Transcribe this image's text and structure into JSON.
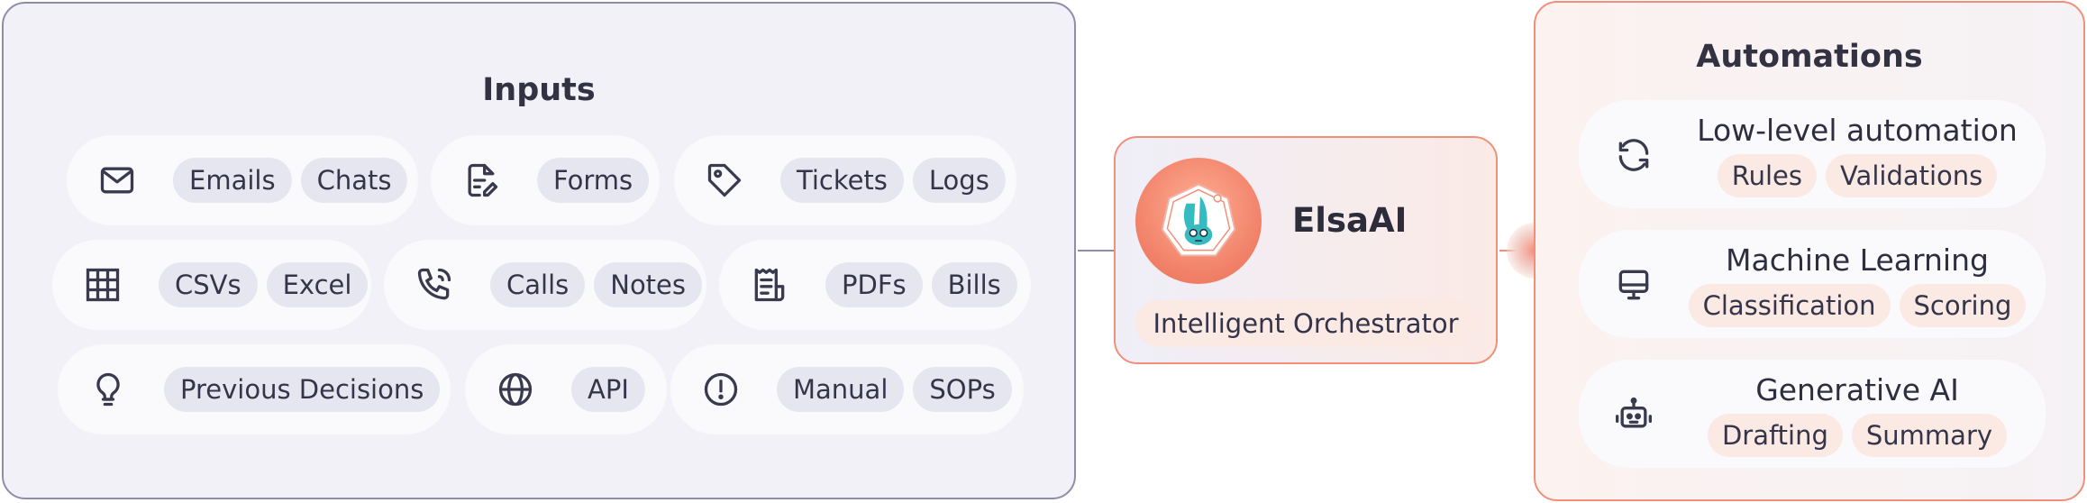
{
  "inputs": {
    "title": "Inputs",
    "rows": [
      [
        {
          "icon": "mail-icon",
          "chips": [
            "Emails",
            "Chats"
          ]
        },
        {
          "icon": "form-edit-icon",
          "chips": [
            "Forms"
          ]
        },
        {
          "icon": "tag-icon",
          "chips": [
            "Tickets",
            "Logs"
          ]
        }
      ],
      [
        {
          "icon": "table-grid-icon",
          "chips": [
            "CSVs",
            "Excel"
          ]
        },
        {
          "icon": "phone-icon",
          "chips": [
            "Calls",
            "Notes"
          ]
        },
        {
          "icon": "receipt-icon",
          "chips": [
            "PDFs",
            "Bills"
          ]
        }
      ],
      [
        {
          "icon": "lightbulb-icon",
          "chips": [
            "Previous Decisions"
          ]
        },
        {
          "icon": "globe-icon",
          "chips": [
            "API"
          ]
        },
        {
          "icon": "alert-circle-icon",
          "chips": [
            "Manual",
            "SOPs"
          ]
        }
      ]
    ]
  },
  "center": {
    "title": "ElsaAI",
    "subtitle": "Intelligent Orchestrator",
    "logo_icon": "elsa-logo-icon"
  },
  "automations": {
    "title": "Automations",
    "items": [
      {
        "icon": "refresh-icon",
        "title": "Low-level automation",
        "chips": [
          "Rules",
          "Validations"
        ]
      },
      {
        "icon": "monitor-icon",
        "title": "Machine Learning",
        "chips": [
          "Classification",
          "Scoring"
        ]
      },
      {
        "icon": "robot-icon",
        "title": "Generative AI",
        "chips": [
          "Drafting",
          "Summary"
        ]
      }
    ]
  },
  "colors": {
    "input_panel_border": "#8e8eaa",
    "accent_coral": "#f0907a",
    "input_chip": "#e6e6f1",
    "automation_chip": "#fbe9e4"
  }
}
